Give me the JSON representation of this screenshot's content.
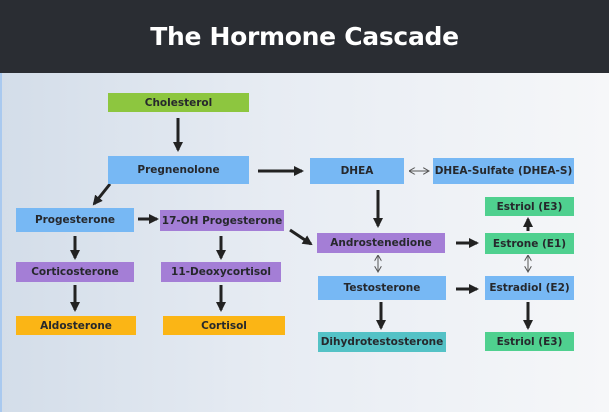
{
  "title": "The Hormone Cascade",
  "nodes": {
    "cholesterol": "Cholesterol",
    "pregnenolone": "Pregnenolone",
    "dhea": "DHEA",
    "dhea_sulfate": "DHEA-Sulfate (DHEA-S)",
    "progesterone": "Progesterone",
    "oh_progesterone": "17-OH Progesterone",
    "androstenedione": "Androstenedione",
    "estriol_top": "Estriol (E3)",
    "estrone": "Estrone (E1)",
    "corticosterone": "Corticosterone",
    "deoxycortisol": "11-Deoxycortisol",
    "testosterone": "Testosterone",
    "estradiol": "Estradiol (E2)",
    "aldosterone": "Aldosterone",
    "cortisol": "Cortisol",
    "dihydrotestosterone": "Dihydrotestosterone",
    "estriol_bottom": "Estriol (E3)"
  },
  "colors": {
    "header": "#2a2d33",
    "precursor": "#8dc63f",
    "intermediate": "#77b8f4",
    "purple": "#a47ed6",
    "end_product": "#fbb515",
    "dht": "#54c2c6",
    "estrogen": "#4fd08f",
    "arrow": "#222222"
  }
}
